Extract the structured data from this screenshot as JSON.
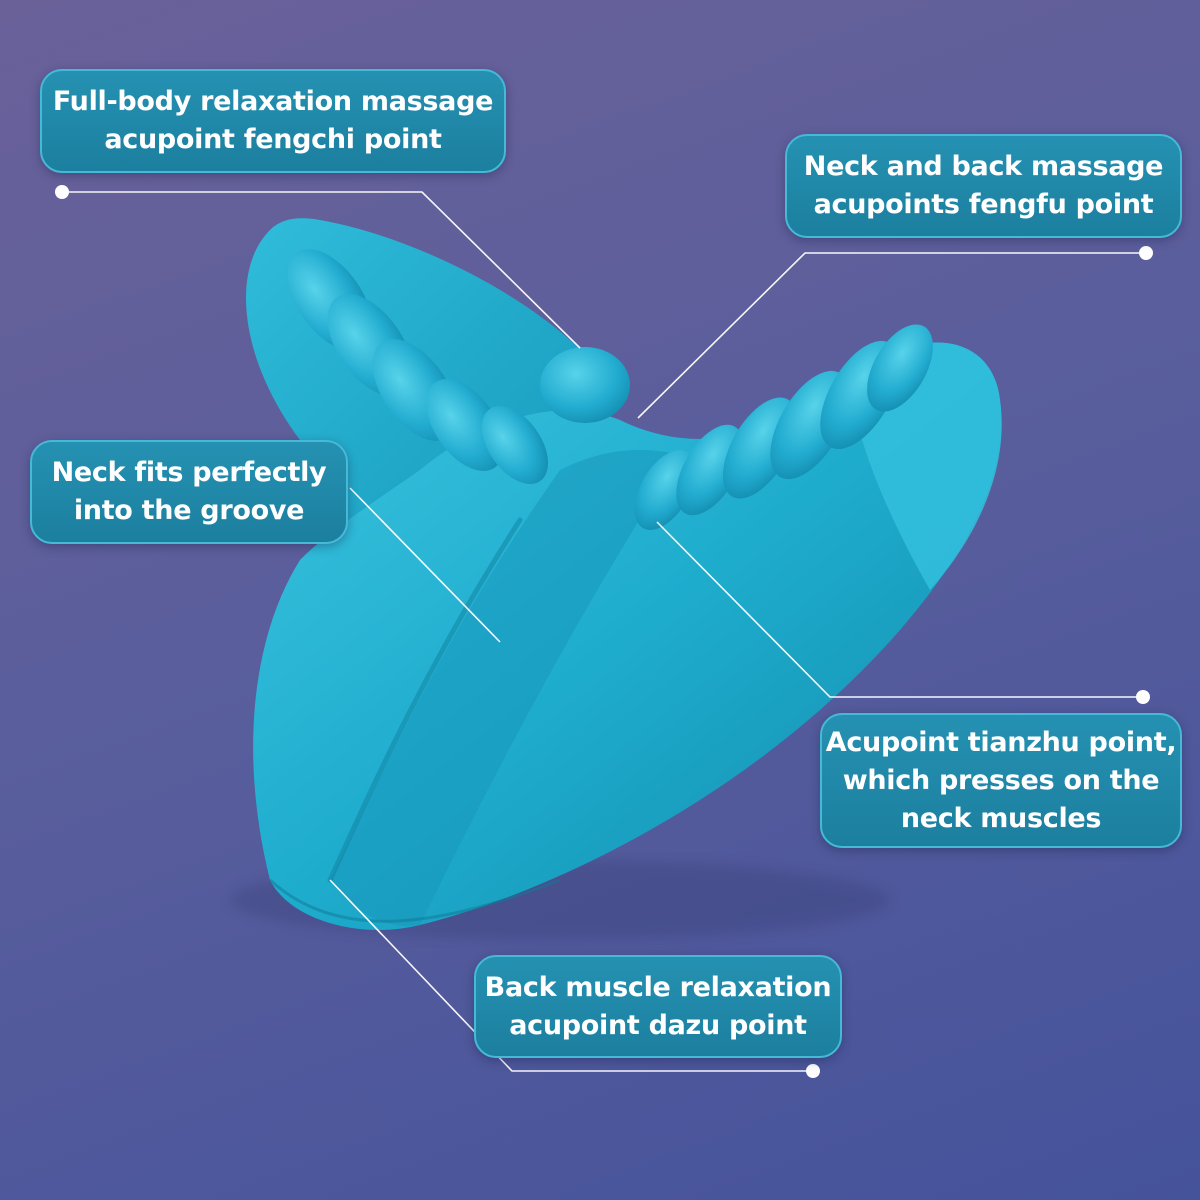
{
  "background": {
    "gradient_start": "#6a6199",
    "gradient_end": "#45539b"
  },
  "product": {
    "icon": "neck-massager-pillow-illustration",
    "color": "#1eaccd"
  },
  "callouts": [
    {
      "id": "fengchi",
      "text": "Full-body relaxation massage\nacupoint fengchi point"
    },
    {
      "id": "fengfu",
      "text": "Neck and back massage\nacupoints fengfu point"
    },
    {
      "id": "groove",
      "text": "Neck fits perfectly\ninto the groove"
    },
    {
      "id": "tianzhu",
      "text": "Acupoint tianzhu point,\nwhich presses on the\nneck muscles"
    },
    {
      "id": "dazu",
      "text": "Back muscle relaxation\nacupoint dazu point"
    }
  ],
  "colors": {
    "callout_fill": "#2591b2",
    "callout_border": "#45b9d6",
    "leader_line": "#ffffff"
  }
}
